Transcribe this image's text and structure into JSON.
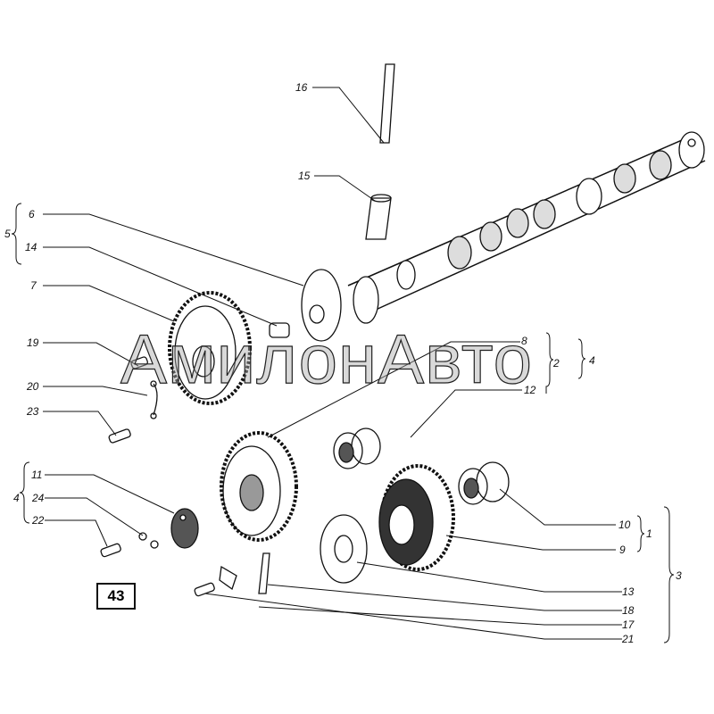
{
  "figure_number": "43",
  "watermark": "АмилонАвто",
  "callouts": {
    "c1": "1",
    "c2": "2",
    "c3": "3",
    "c4a": "4",
    "c4b": "4",
    "c5": "5",
    "c6": "6",
    "c7": "7",
    "c8": "8",
    "c9": "9",
    "c10": "10",
    "c11": "11",
    "c12": "12",
    "c13": "13",
    "c14": "14",
    "c15": "15",
    "c16": "16",
    "c17": "17",
    "c18": "18",
    "c19": "19",
    "c20": "20",
    "c21": "21",
    "c22": "22",
    "c23": "23",
    "c24": "24"
  }
}
